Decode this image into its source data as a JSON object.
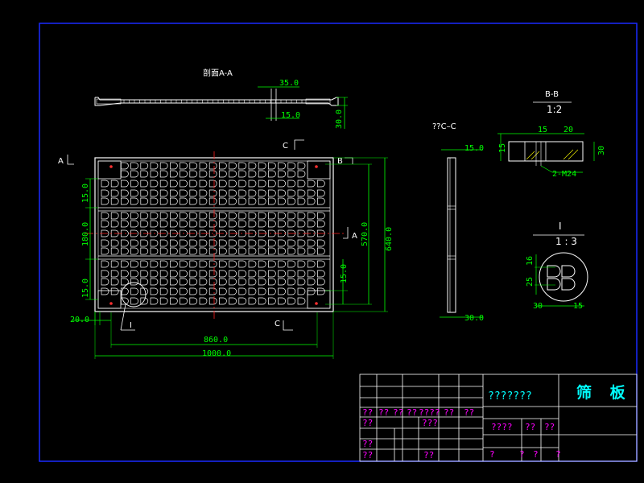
{
  "drawing": {
    "colors": {
      "background": "#000000",
      "frame": "#1a2bff",
      "outline": "#ffffff",
      "dimension": "#00ff00",
      "center": "#ff2020",
      "title_text": "#00ffff",
      "note_text": "#ff00ff"
    },
    "labels": {
      "section_aa": "剖面A-A",
      "section_cc": "??C–C",
      "section_bb": "B-B",
      "scale_bb": "1:2",
      "detail_i": "I",
      "detail_scale": "1 : 3",
      "marker_a_left": "A",
      "marker_a_right": "A",
      "marker_b": "B",
      "marker_c_top": "C",
      "marker_c_bottom": "C",
      "marker_i": "I"
    },
    "dimensions": {
      "aa_35": "35.0",
      "aa_15": "15.0",
      "aa_30": "30.0",
      "left_15_top": "15.0",
      "left_180": "180.0",
      "left_15_bottom": "15.0",
      "left_20": "20.0",
      "right_15": "15.0",
      "right_570": "570.0",
      "right_640": "640.0",
      "bottom_860": "860.0",
      "bottom_1000": "1000.0",
      "cc_15": "15.0",
      "cc_30": "30.0",
      "bb_15_top": "15",
      "bb_20": "20",
      "bb_15_left": "15",
      "bb_30": "30",
      "bb_m24": "2-M24",
      "det_16": "16",
      "det_25": "25",
      "det_30": "30",
      "det_15": "15"
    },
    "title_block": {
      "drawing_title": "筛 板",
      "project_code": "???????",
      "row1": [
        "??",
        "??",
        "??",
        "??",
        "????",
        "??",
        "??"
      ],
      "row2_left": "??",
      "row2_mid": "???",
      "row2_right": [
        "????",
        "??",
        "??"
      ],
      "row3_left": "??",
      "row4_left": "??",
      "row4_mid": "??",
      "row4_right": [
        "?",
        "?",
        "?",
        "?"
      ]
    }
  }
}
